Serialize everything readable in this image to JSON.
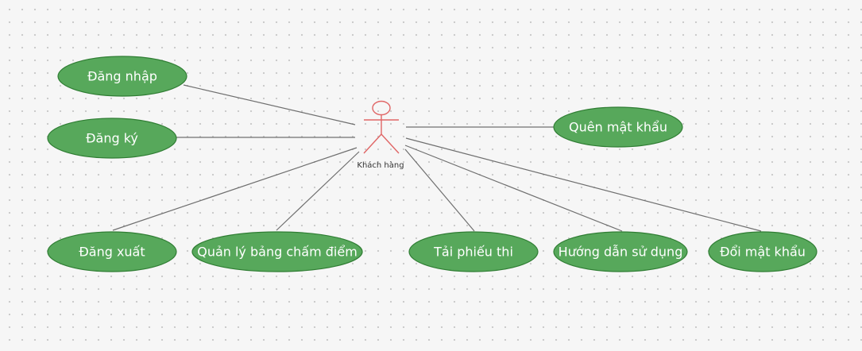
{
  "diagram": {
    "actor": {
      "label": "Khách hàng",
      "color": "#e06666"
    },
    "use_cases": [
      {
        "id": "login",
        "label": "Đăng nhập"
      },
      {
        "id": "register",
        "label": "Đăng ký"
      },
      {
        "id": "logout",
        "label": "Đăng xuất"
      },
      {
        "id": "manage-scoreboard",
        "label": "Quản lý bảng chấm điểm"
      },
      {
        "id": "download-exam-slip",
        "label": "Tải phiếu thi"
      },
      {
        "id": "user-guide",
        "label": "Hướng dẫn sử dụng"
      },
      {
        "id": "change-password",
        "label": "Đổi mật khẩu"
      },
      {
        "id": "forgot-password",
        "label": "Quên mật khẩu"
      }
    ],
    "colors": {
      "use_case_fill": "#57a85b",
      "use_case_border": "#2f7d33",
      "connector": "#6f6f6f"
    }
  }
}
